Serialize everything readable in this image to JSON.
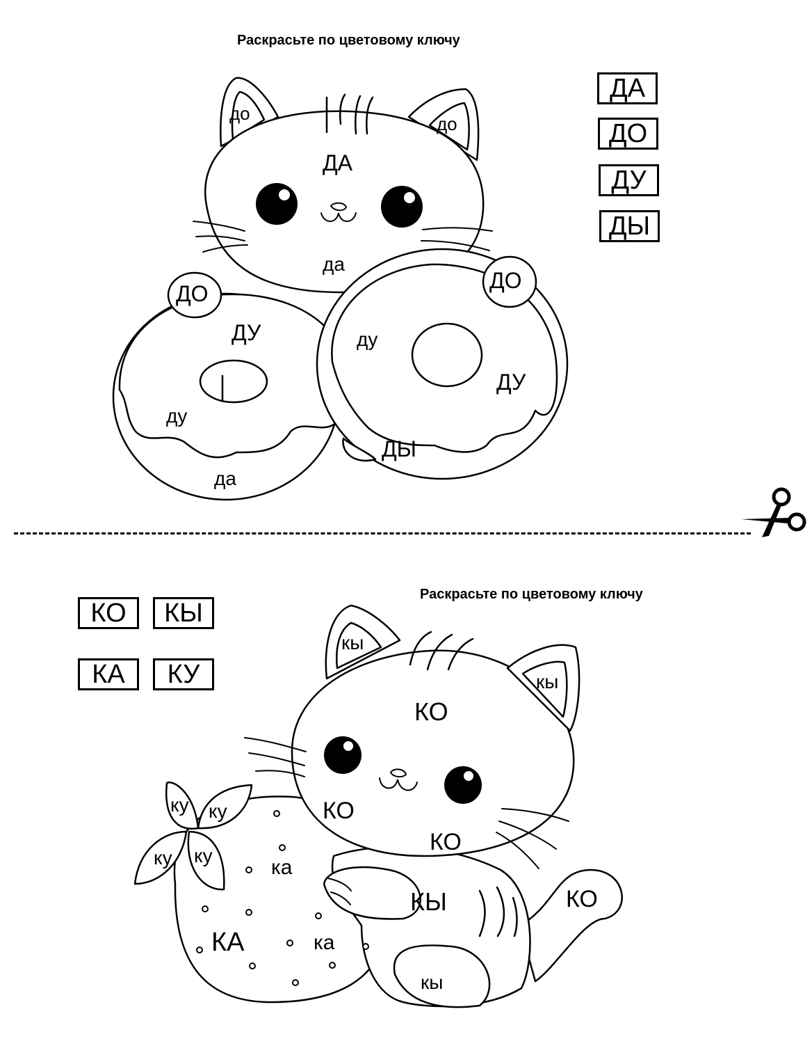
{
  "top": {
    "title": "Раскрасьте по цветовому ключу",
    "key": [
      "ДА",
      "ДО",
      "ДУ",
      "ДЫ"
    ],
    "labels": {
      "ear_left": "до",
      "ear_right": "до",
      "face": "ДА",
      "body": "да",
      "sprinkle_left": "ДО",
      "sprinkle_right": "ДО",
      "donut_left_icing": "ДУ",
      "donut_left_icing2": "ду",
      "donut_left_dough": "да",
      "donut_right_icing": "ду",
      "donut_right_icing2": "ДУ",
      "donut_right_dough": "ДЫ"
    }
  },
  "bottom": {
    "title": "Раскрасьте по цветовому ключу",
    "key": [
      "КО",
      "КЫ",
      "КА",
      "КУ"
    ],
    "labels": {
      "ear_left": "кы",
      "ear_right": "кы",
      "head_top": "КО",
      "cheek_left": "КО",
      "cheek_right": "КО",
      "body": "КЫ",
      "tail": "КО",
      "paw": "кы",
      "leaf1": "ку",
      "leaf2": "ку",
      "leaf3": "ку",
      "leaf4": "ку",
      "berry_ka1": "ка",
      "berry_ka2": "ка",
      "berry_big": "КА"
    }
  },
  "icons": [
    "scissors-icon"
  ]
}
